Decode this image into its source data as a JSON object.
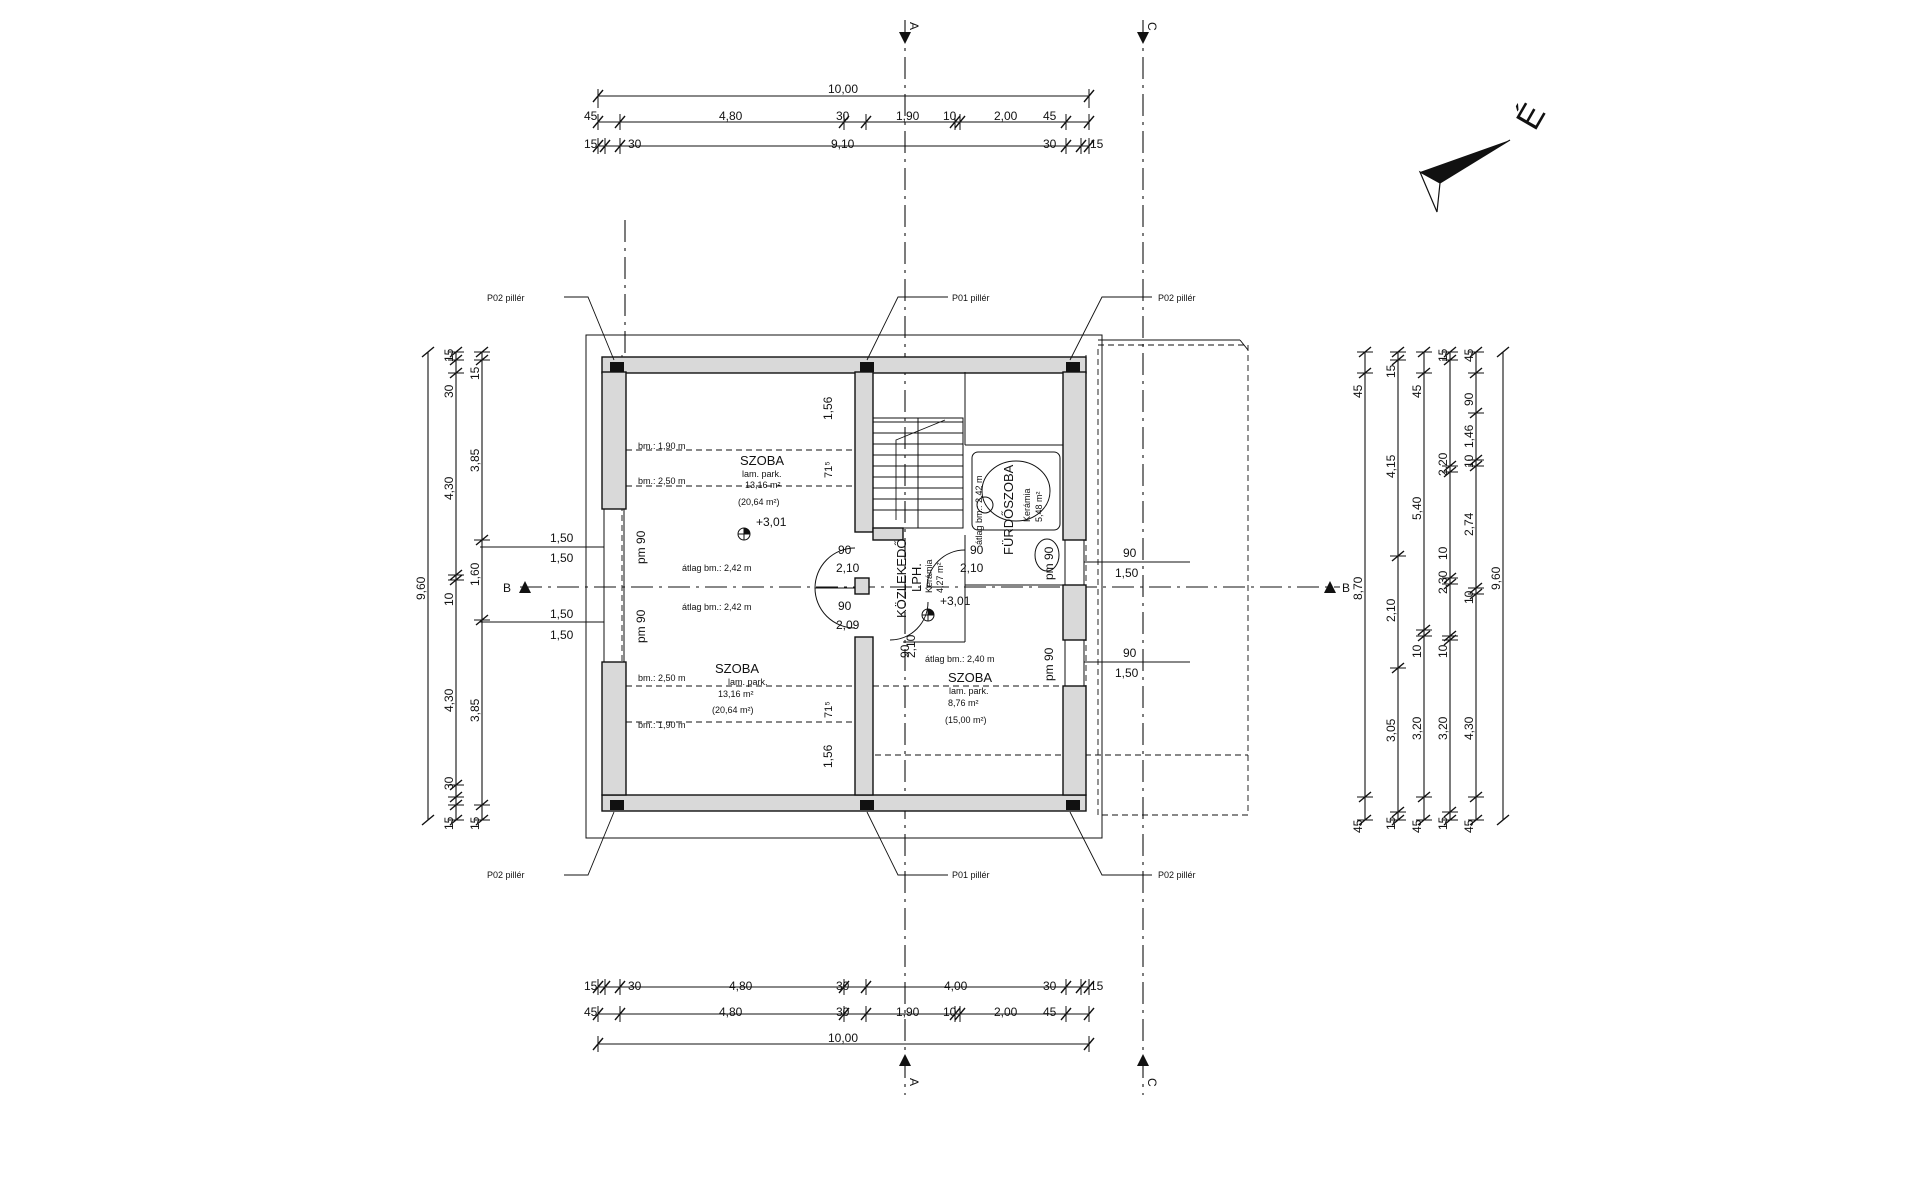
{
  "north_label": "É",
  "axes": {
    "a": "A",
    "b": "B",
    "c": "C"
  },
  "top_dims": {
    "overall": "10,00",
    "row2": [
      "45",
      "4,80",
      "30",
      "1,90",
      "10",
      "2,00",
      "45"
    ],
    "row3": [
      "15",
      "30",
      "9,10",
      "30",
      "15"
    ]
  },
  "bottom_dims": {
    "row1": [
      "15",
      "30",
      "4,80",
      "30",
      "4,00",
      "30",
      "15"
    ],
    "row2": [
      "45",
      "4,80",
      "30",
      "1,90",
      "10",
      "2,00",
      "45"
    ],
    "overall": "10,00"
  },
  "left_dims": {
    "overall": "9,60",
    "row2": [
      "15",
      "30",
      "4,30",
      "10",
      "4,30",
      "30",
      "15"
    ],
    "row3": [
      "15",
      "3,85",
      "1,60",
      "3,85",
      "15"
    ]
  },
  "right_dims": {
    "col1": [
      "45",
      "8,70",
      "45"
    ],
    "col2": [
      "15",
      "4,15",
      "2,10",
      "3,05",
      "15"
    ],
    "col3": [
      "45",
      "5,40",
      "10",
      "3,20",
      "45"
    ],
    "col4": [
      "15",
      "2,20",
      "10",
      "2,30",
      "10",
      "3,20",
      "15"
    ],
    "col5": [
      "45",
      "90",
      "1,46",
      "10",
      "2,74",
      "10",
      "4,30",
      "45"
    ],
    "overall": "9,60"
  },
  "columns": {
    "p02": "P02 pillér",
    "p01": "P01 pillér"
  },
  "rooms": {
    "room1": {
      "name": "SZOBA",
      "floor": "lam. park.",
      "area": "13,16 m²",
      "area2": "(20,64 m²)",
      "bm1": "bm.: 1,90 m",
      "bm2": "bm.: 2,50 m",
      "avg": "átlag bm.: 2,42 m",
      "level": "+3,01"
    },
    "room2": {
      "name": "SZOBA",
      "floor": "lam. park.",
      "area": "13,16 m²",
      "area2": "(20,64 m²)",
      "bm1": "bm.: 2,50 m",
      "bm2": "bm.: 1,90 m",
      "avg": "átlag bm.: 2,42 m"
    },
    "room3": {
      "name": "SZOBA",
      "floor": "lam. park.",
      "area": "8,76 m²",
      "area2": "(15,00 m²)",
      "avg": "átlag bm.: 2,40 m"
    },
    "bath": {
      "name": "FÜRDŐSZOBA",
      "floor": "Kerámia",
      "area": "5,48 m²",
      "avg": "átlag bm.: 2,42 m"
    },
    "hall": {
      "name": "KÖZLEKEDŐ",
      "stair": "LPH.",
      "floor": "Kerámia",
      "area": "4,27 m²",
      "level": "+3,01"
    }
  },
  "openings": {
    "win_pm": "pm 90",
    "win_w": "90",
    "win_h": "1,50",
    "door_w": "90",
    "door_h": "2,10",
    "door_h2": "2,09",
    "wall_156": "1,56",
    "wall_715": "71⁵"
  }
}
